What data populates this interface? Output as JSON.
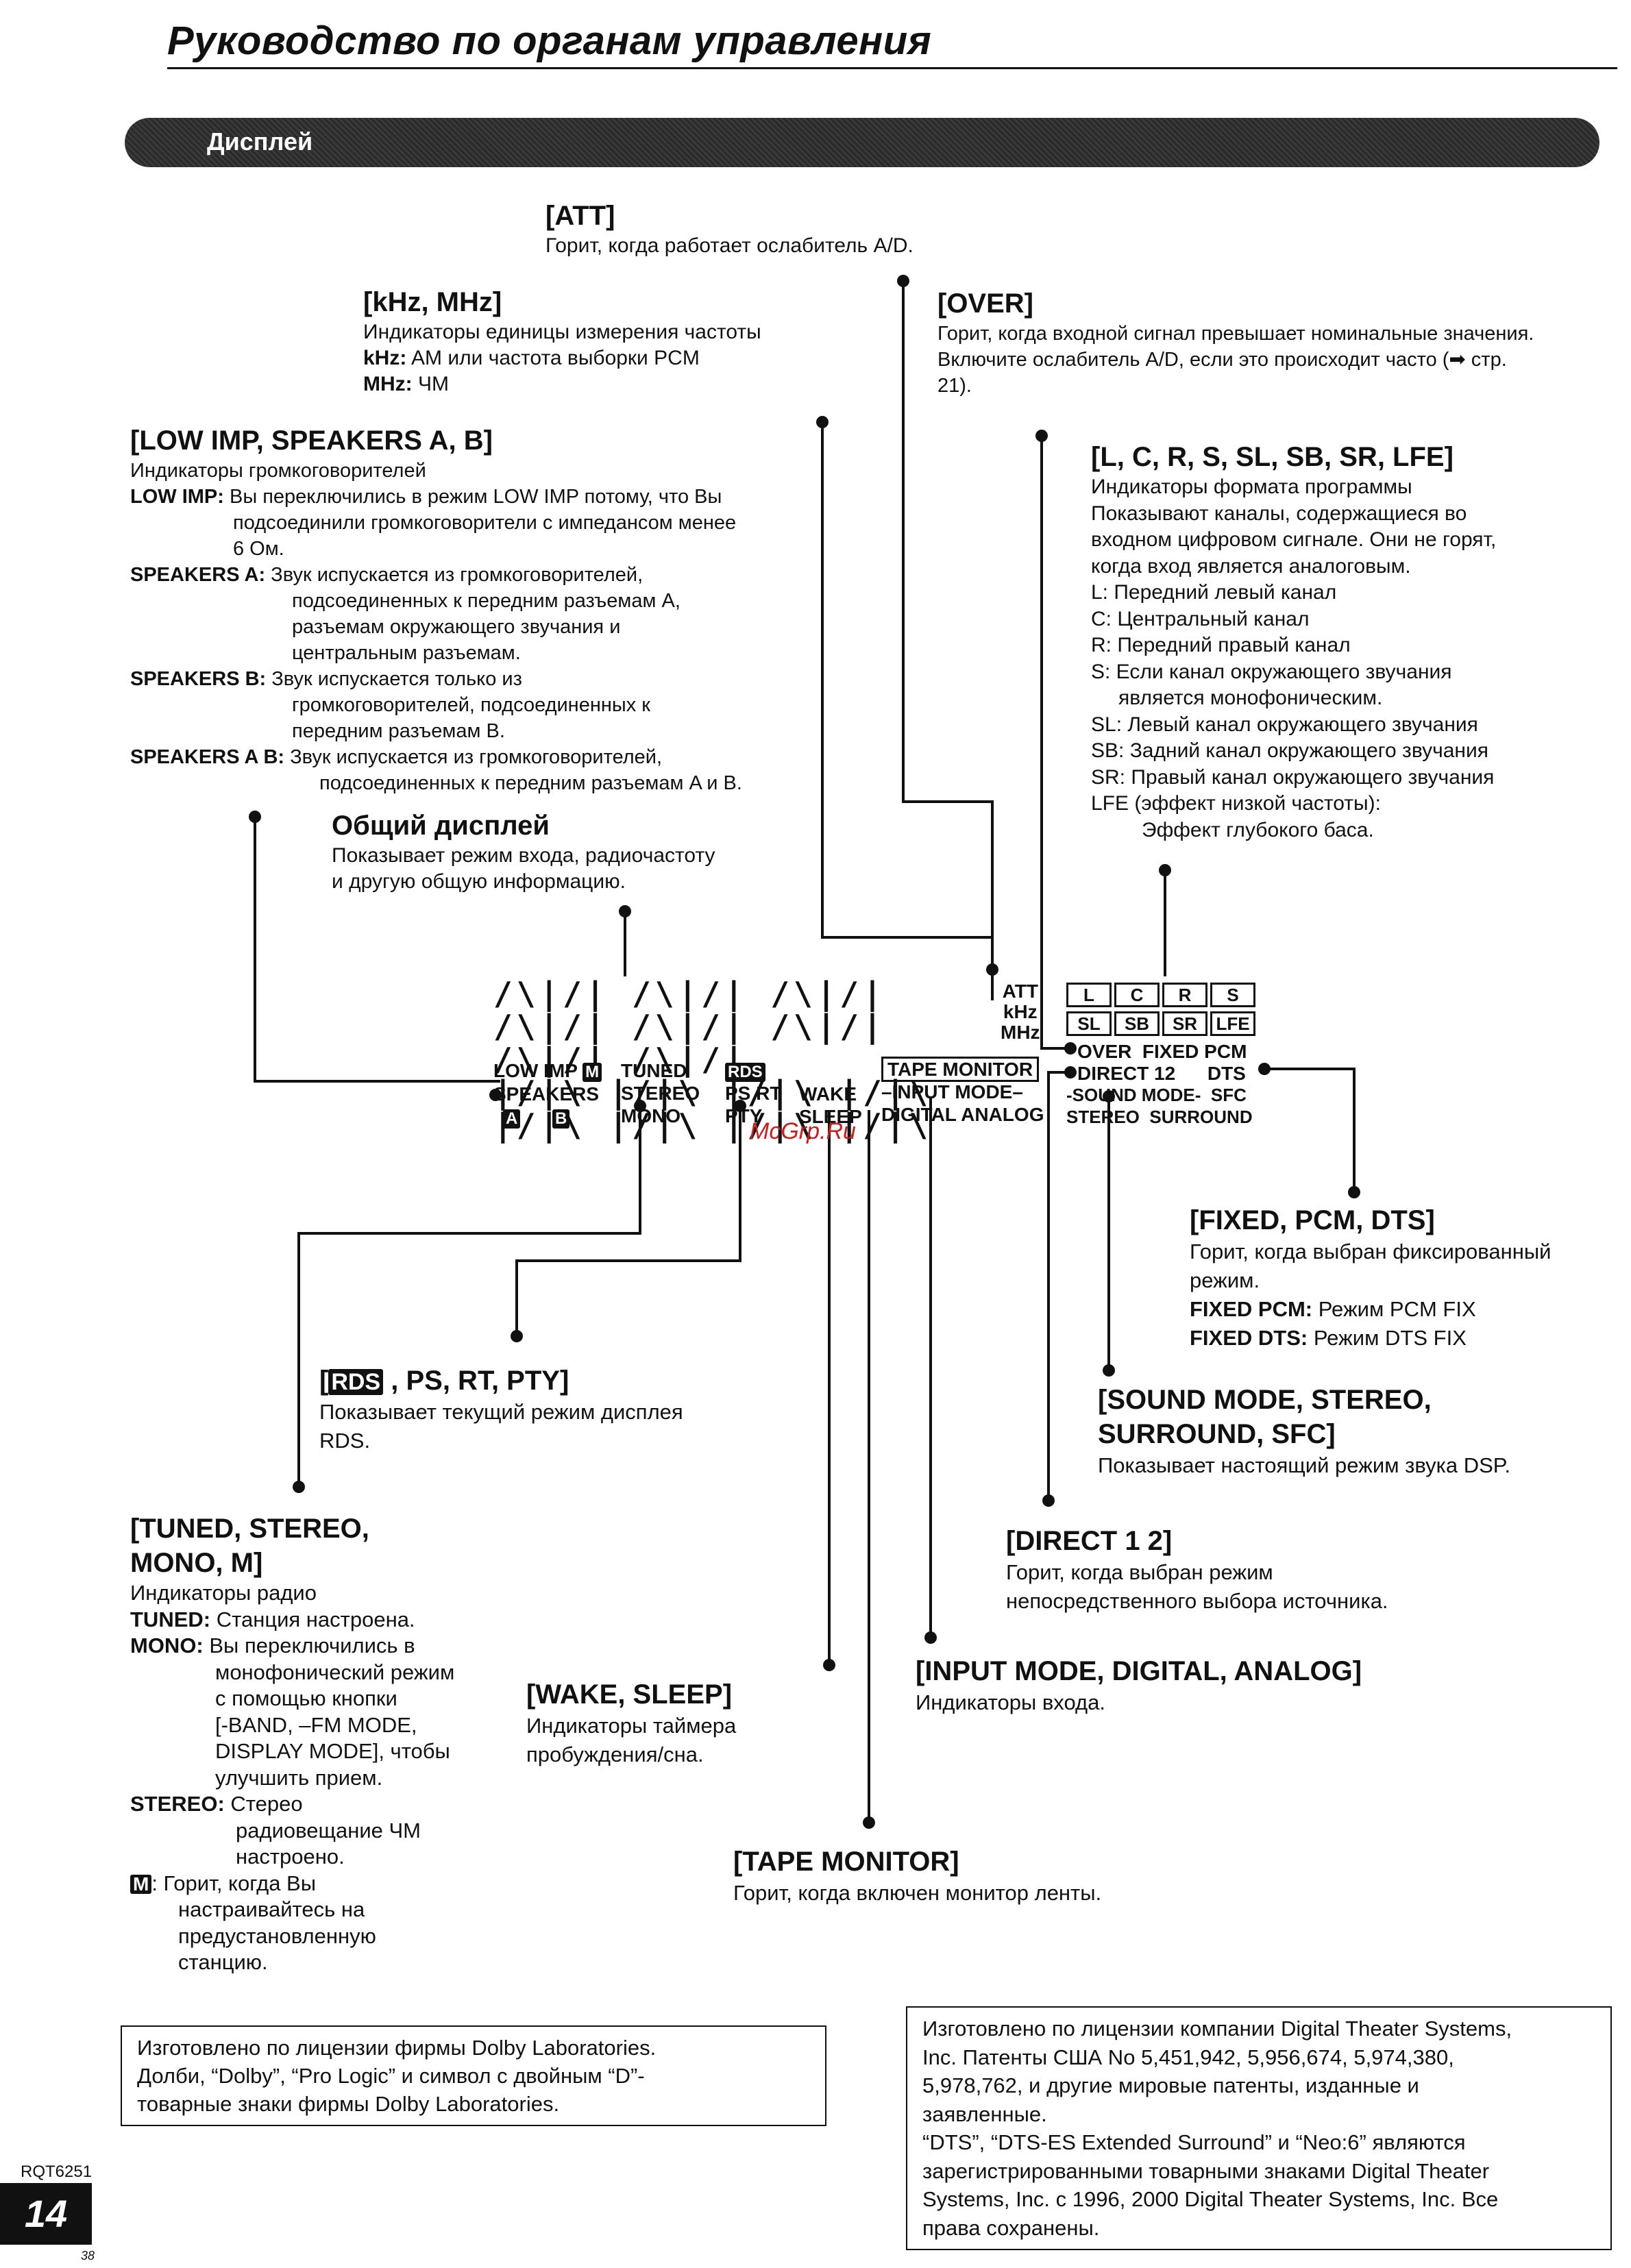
{
  "page_title": "Руководство по органам управления",
  "section_title": "Дисплей",
  "callouts": {
    "att": {
      "title": "[ATT]",
      "lines": [
        "Горит, когда работает ослабитель A/D."
      ]
    },
    "khz": {
      "title": "[kHz, MHz]",
      "line1": "Индикаторы единицы измерения частоты",
      "khz_label": "kHz:",
      "khz_text": " AM или частота выборки PCM",
      "mhz_label": "MHz:",
      "mhz_text": " ЧМ"
    },
    "over": {
      "title": "[OVER]",
      "lines": [
        "Горит, когда входной сигнал превышает номинальные значения.",
        "Включите ослабитель A/D, если это происходит часто (➡ стр.",
        "21)."
      ]
    },
    "lowimp": {
      "title": "[LOW IMP, SPEAKERS A, B]",
      "intro": "Индикаторы громкоговорителей",
      "low_label": "LOW IMP:",
      "low_lines": [
        " Вы переключились в режим LOW IMP потому, что Вы",
        "подсоединили громкоговорители с импедансом менее",
        "6 Ом."
      ],
      "spa_label": "SPEAKERS A:",
      "spa_lines": [
        " Звук испускается из громкоговорителей,",
        "подсоединенных к передним разъемам A,",
        "разъемам окружающего звучания и",
        "центральным разъемам."
      ],
      "spb_label": "SPEAKERS B:",
      "spb_lines": [
        " Звук испускается только из",
        "громкоговорителей, подсоединенных к",
        "передним разъемам B."
      ],
      "spab_label": "SPEAKERS A B:",
      "spab_lines": [
        " Звук испускается из громкоговорителей,",
        "подсоединенных к передним разъемам A и B."
      ]
    },
    "channels": {
      "title": "[L, C, R, S, SL, SB, SR, LFE]",
      "lines": [
        "Индикаторы формата программы",
        "Показывают каналы, содержащиеся во",
        "входном цифровом сигнале. Они не горят,",
        "когда вход является аналоговым.",
        "L: Передний левый канал",
        "C: Центральный канал",
        "R: Передний правый канал",
        "S: Если канал окружающего звучания",
        "является монофоническим.",
        "SL: Левый канал окружающего звучания",
        "SB: Задний канал окружающего звучания",
        "SR: Правый канал окружающего звучания",
        "LFE (эффект низкой частоты):",
        "Эффект глубокого баса."
      ]
    },
    "general": {
      "title": "Общий дисплей",
      "lines": [
        "Показывает режим входа, радиочастоту",
        "и другую общую информацию."
      ]
    },
    "fixed": {
      "title": "[FIXED, PCM,  DTS]",
      "lines": [
        "Горит, когда выбран фиксированный",
        "режим."
      ],
      "pcm_label": "FIXED PCM:",
      "pcm_text": " Режим PCM FIX",
      "dts_label": "FIXED DTS:",
      "dts_text": " Режим DTS FIX"
    },
    "rds": {
      "title_pre": "[",
      "rds": "RDS",
      "title_post": " , PS, RT, PTY]",
      "lines": [
        "Показывает текущий режим дисплея",
        "RDS."
      ]
    },
    "sound": {
      "title1": "[SOUND MODE, STEREO,",
      "title2": "SURROUND, SFC]",
      "lines": [
        "Показывает настоящий режим звука DSP."
      ]
    },
    "direct": {
      "title": "[DIRECT 1 2]",
      "lines": [
        "Горит, когда выбран режим",
        "непосредственного выбора источника."
      ]
    },
    "tuned": {
      "title1": "[TUNED, STEREO,",
      "title2": "MONO, M]",
      "intro": "Индикаторы радио",
      "tuned_label": "TUNED:",
      "tuned_text": " Станция настроена.",
      "mono_label": "MONO:",
      "mono_lines": [
        " Вы переключились в",
        "монофонический режим",
        "с помощью кнопки",
        "[-BAND, –FM MODE,",
        "DISPLAY MODE], чтобы",
        "улучшить прием."
      ],
      "stereo_label": "STEREO:",
      "stereo_lines": [
        " Стерео",
        "радиовещание ЧМ",
        "настроено."
      ],
      "m_label": "M",
      "m_lines": [
        ": Горит, когда Вы",
        "настраивайтесь на",
        "предустановленную",
        "станцию."
      ]
    },
    "wake": {
      "title": "[WAKE, SLEEP]",
      "lines": [
        "Индикаторы таймера",
        "пробуждения/сна."
      ]
    },
    "input": {
      "title": "[INPUT MODE, DIGITAL, ANALOG]",
      "lines": [
        "Индикаторы входа."
      ]
    },
    "tape": {
      "title": "[TAPE MONITOR]",
      "lines": [
        "Горит, когда включен монитор ленты."
      ]
    }
  },
  "display": {
    "seg_top": "/\\|/|  /\\|/|  /\\|/|  /\\|/|  /\\|/|  /\\|/|  /\\|/|  /\\|/|",
    "seg_bot": "|/|\\  |/|\\  |/|\\  |/|\\  |/|\\  |/|\\  |/|\\  |/|\\",
    "att": "ATT",
    "khz": "kHz",
    "mhz": "MHz",
    "ch_row1": [
      "L",
      "C",
      "R",
      "S"
    ],
    "ch_row2": [
      "SL",
      "SB",
      "SR",
      "LFE"
    ],
    "over": "OVER",
    "fixed": "FIXED",
    "pcm": "PCM",
    "direct": "DIRECT 12",
    "dts": "DTS",
    "sound_mode": "-SOUND MODE-",
    "sfc": "SFC",
    "stereo2": "STEREO",
    "surround": "SURROUND",
    "low_imp": "LOW IMP",
    "m": "M",
    "speakers": "SPEAKERS",
    "a": "A",
    "b": "B",
    "tuned": "TUNED",
    "stereo": "STEREO",
    "mono": "MONO",
    "rds": "RDS",
    "ps_rt": "PS RT",
    "pty": "PTY",
    "wake": "WAKE",
    "sleep": "SLEEP",
    "tape_monitor": "TAPE MONITOR",
    "input_mode": "–INPUT MODE–",
    "digital_analog": "DIGITAL ANALOG"
  },
  "watermark": "McGrp.Ru",
  "license_dolby": [
    "Изготовлено по лицензии фирмы Dolby Laboratories.",
    "Долби, “Dolby”, “Pro Logic” и символ с двойным “D”-",
    "товарные знаки фирмы Dolby Laboratories."
  ],
  "license_dts": [
    "Изготовлено по лицензии компании Digital Theater Systems,",
    "Inc. Патенты США No 5,451,942, 5,956,674, 5,974,380,",
    "5,978,762, и другие мировые патенты, изданные и",
    "заявленные.",
    "“DTS”, “DTS-ES Extended Surround” и “Neo:6” являются",
    "зарегистрированными товарными знаками Digital Theater",
    "Systems, Inc. c 1996, 2000 Digital Theater Systems, Inc. Все",
    "права сохранены."
  ],
  "footer": {
    "model": "RQT6251",
    "page": "14",
    "small": "38"
  }
}
